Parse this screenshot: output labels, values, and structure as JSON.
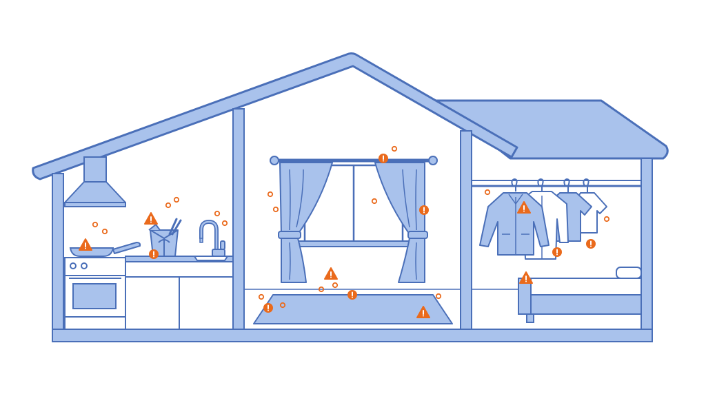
{
  "palette": {
    "outline": "#4a6fb8",
    "fill_main": "#a9c2ec",
    "fill_light": "#dce7f8",
    "warning": "#ea6a1c",
    "background": "#ffffff"
  },
  "rooms": {
    "kitchen": {
      "items": [
        "range-hood",
        "stove",
        "oven",
        "frying-pan",
        "takeout-box",
        "chopsticks",
        "sink-faucet",
        "counter-cabinets"
      ]
    },
    "living_room": {
      "items": [
        "window",
        "curtain-rod",
        "left-curtain",
        "right-curtain",
        "rug"
      ]
    },
    "bedroom": {
      "items": [
        "clothes-rail",
        "jacket",
        "shirt",
        "t-shirt",
        "tank-top",
        "bed",
        "pillow"
      ]
    }
  },
  "odor_indicators": {
    "warning_icon": "warning-triangle-icon",
    "alert_icon": "alert-circle-icon",
    "particle_icon": "odor-particle-icon"
  }
}
